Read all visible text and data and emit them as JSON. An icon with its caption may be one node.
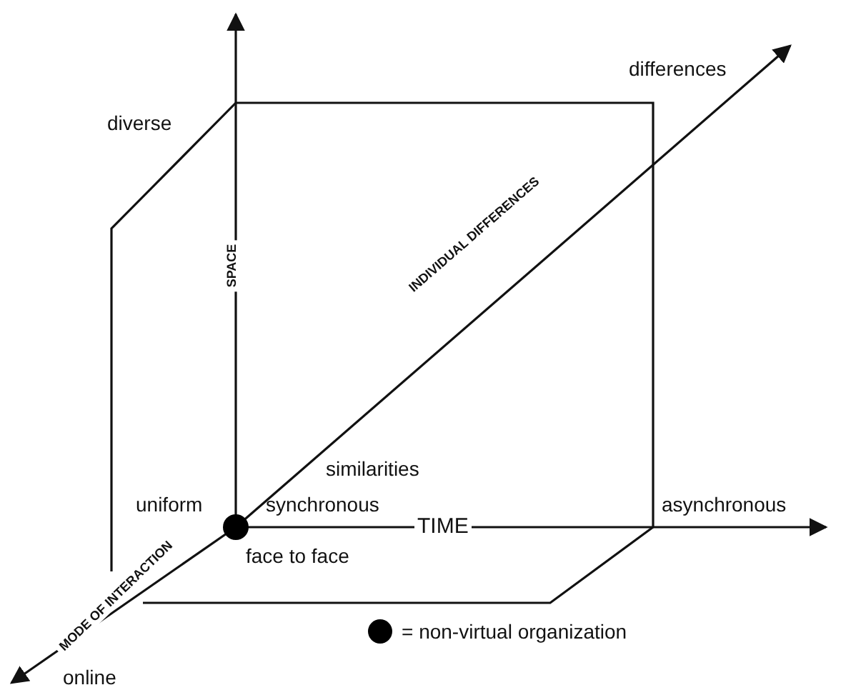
{
  "diagram": {
    "labels": [
      "diverse",
      "differences",
      "SPACE",
      "INDIVIDUAL DIFFERENCES",
      "similarities",
      "uniform",
      "synchronous",
      "TIME",
      "asynchronous",
      "face to face",
      "MODE OF INTERACTION",
      "online"
    ],
    "legend": [
      {
        "text": "= non-virtual organization"
      }
    ]
  }
}
